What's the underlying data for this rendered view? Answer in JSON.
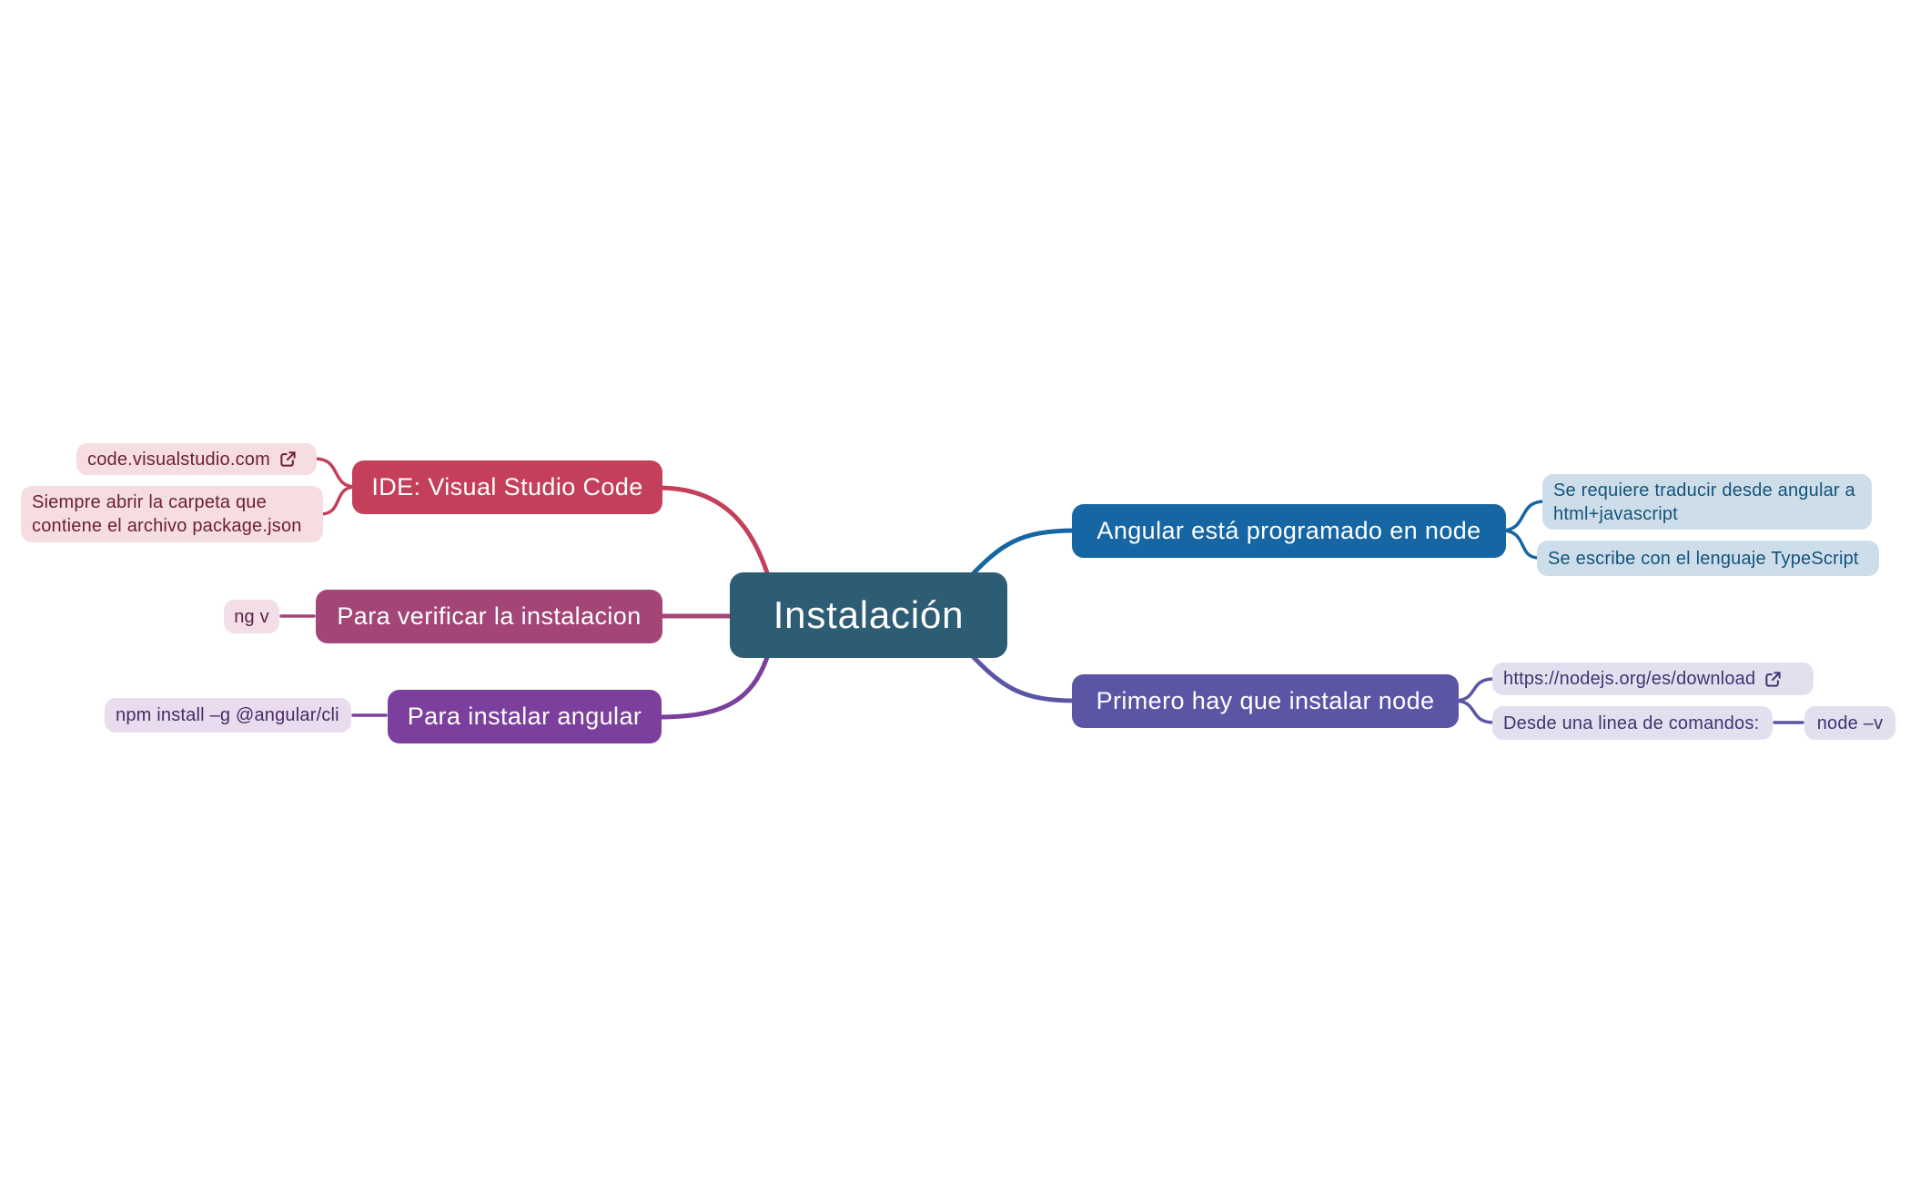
{
  "root": {
    "label": "Instalación"
  },
  "colors": {
    "root_bg": "#2d5c75",
    "branch_blue": "#1566a3",
    "branch_indigo": "#5b55a6",
    "branch_red": "#c4405a",
    "branch_magenta": "#a34577",
    "branch_purple": "#7d3f9d",
    "child_blue_bg": "#cddeea",
    "child_blue_text": "#14537b",
    "child_lavender_bg": "#e2e0ef",
    "child_lavender_text": "#3d3671",
    "child_pink_bg": "#f6dde2",
    "child_pink_text": "#6d2035",
    "child_npm_bg": "#e9dcee",
    "child_npm_text": "#4a2a63"
  },
  "branches": [
    {
      "label": "Angular está programado en node",
      "children": [
        {
          "label": "Se requiere traducir desde angular a html+javascript"
        },
        {
          "label": "Se escribe con el lenguaje TypeScript"
        }
      ]
    },
    {
      "label": "Primero hay que instalar node",
      "children": [
        {
          "label": "https://nodejs.org/es/download",
          "icon": "external-link-icon"
        },
        {
          "label": "Desde una linea de comandos:",
          "children": [
            {
              "label": "node –v"
            }
          ]
        }
      ]
    },
    {
      "label": "IDE: Visual Studio Code",
      "children": [
        {
          "label": "code.visualstudio.com",
          "icon": "external-link-icon"
        },
        {
          "label": "Siempre abrir la carpeta que contiene el archivo package.json"
        }
      ]
    },
    {
      "label": "Para verificar la instalacion",
      "children": [
        {
          "label": "ng v"
        }
      ]
    },
    {
      "label": "Para instalar angular",
      "children": [
        {
          "label": "npm install –g @angular/cli"
        }
      ]
    }
  ]
}
